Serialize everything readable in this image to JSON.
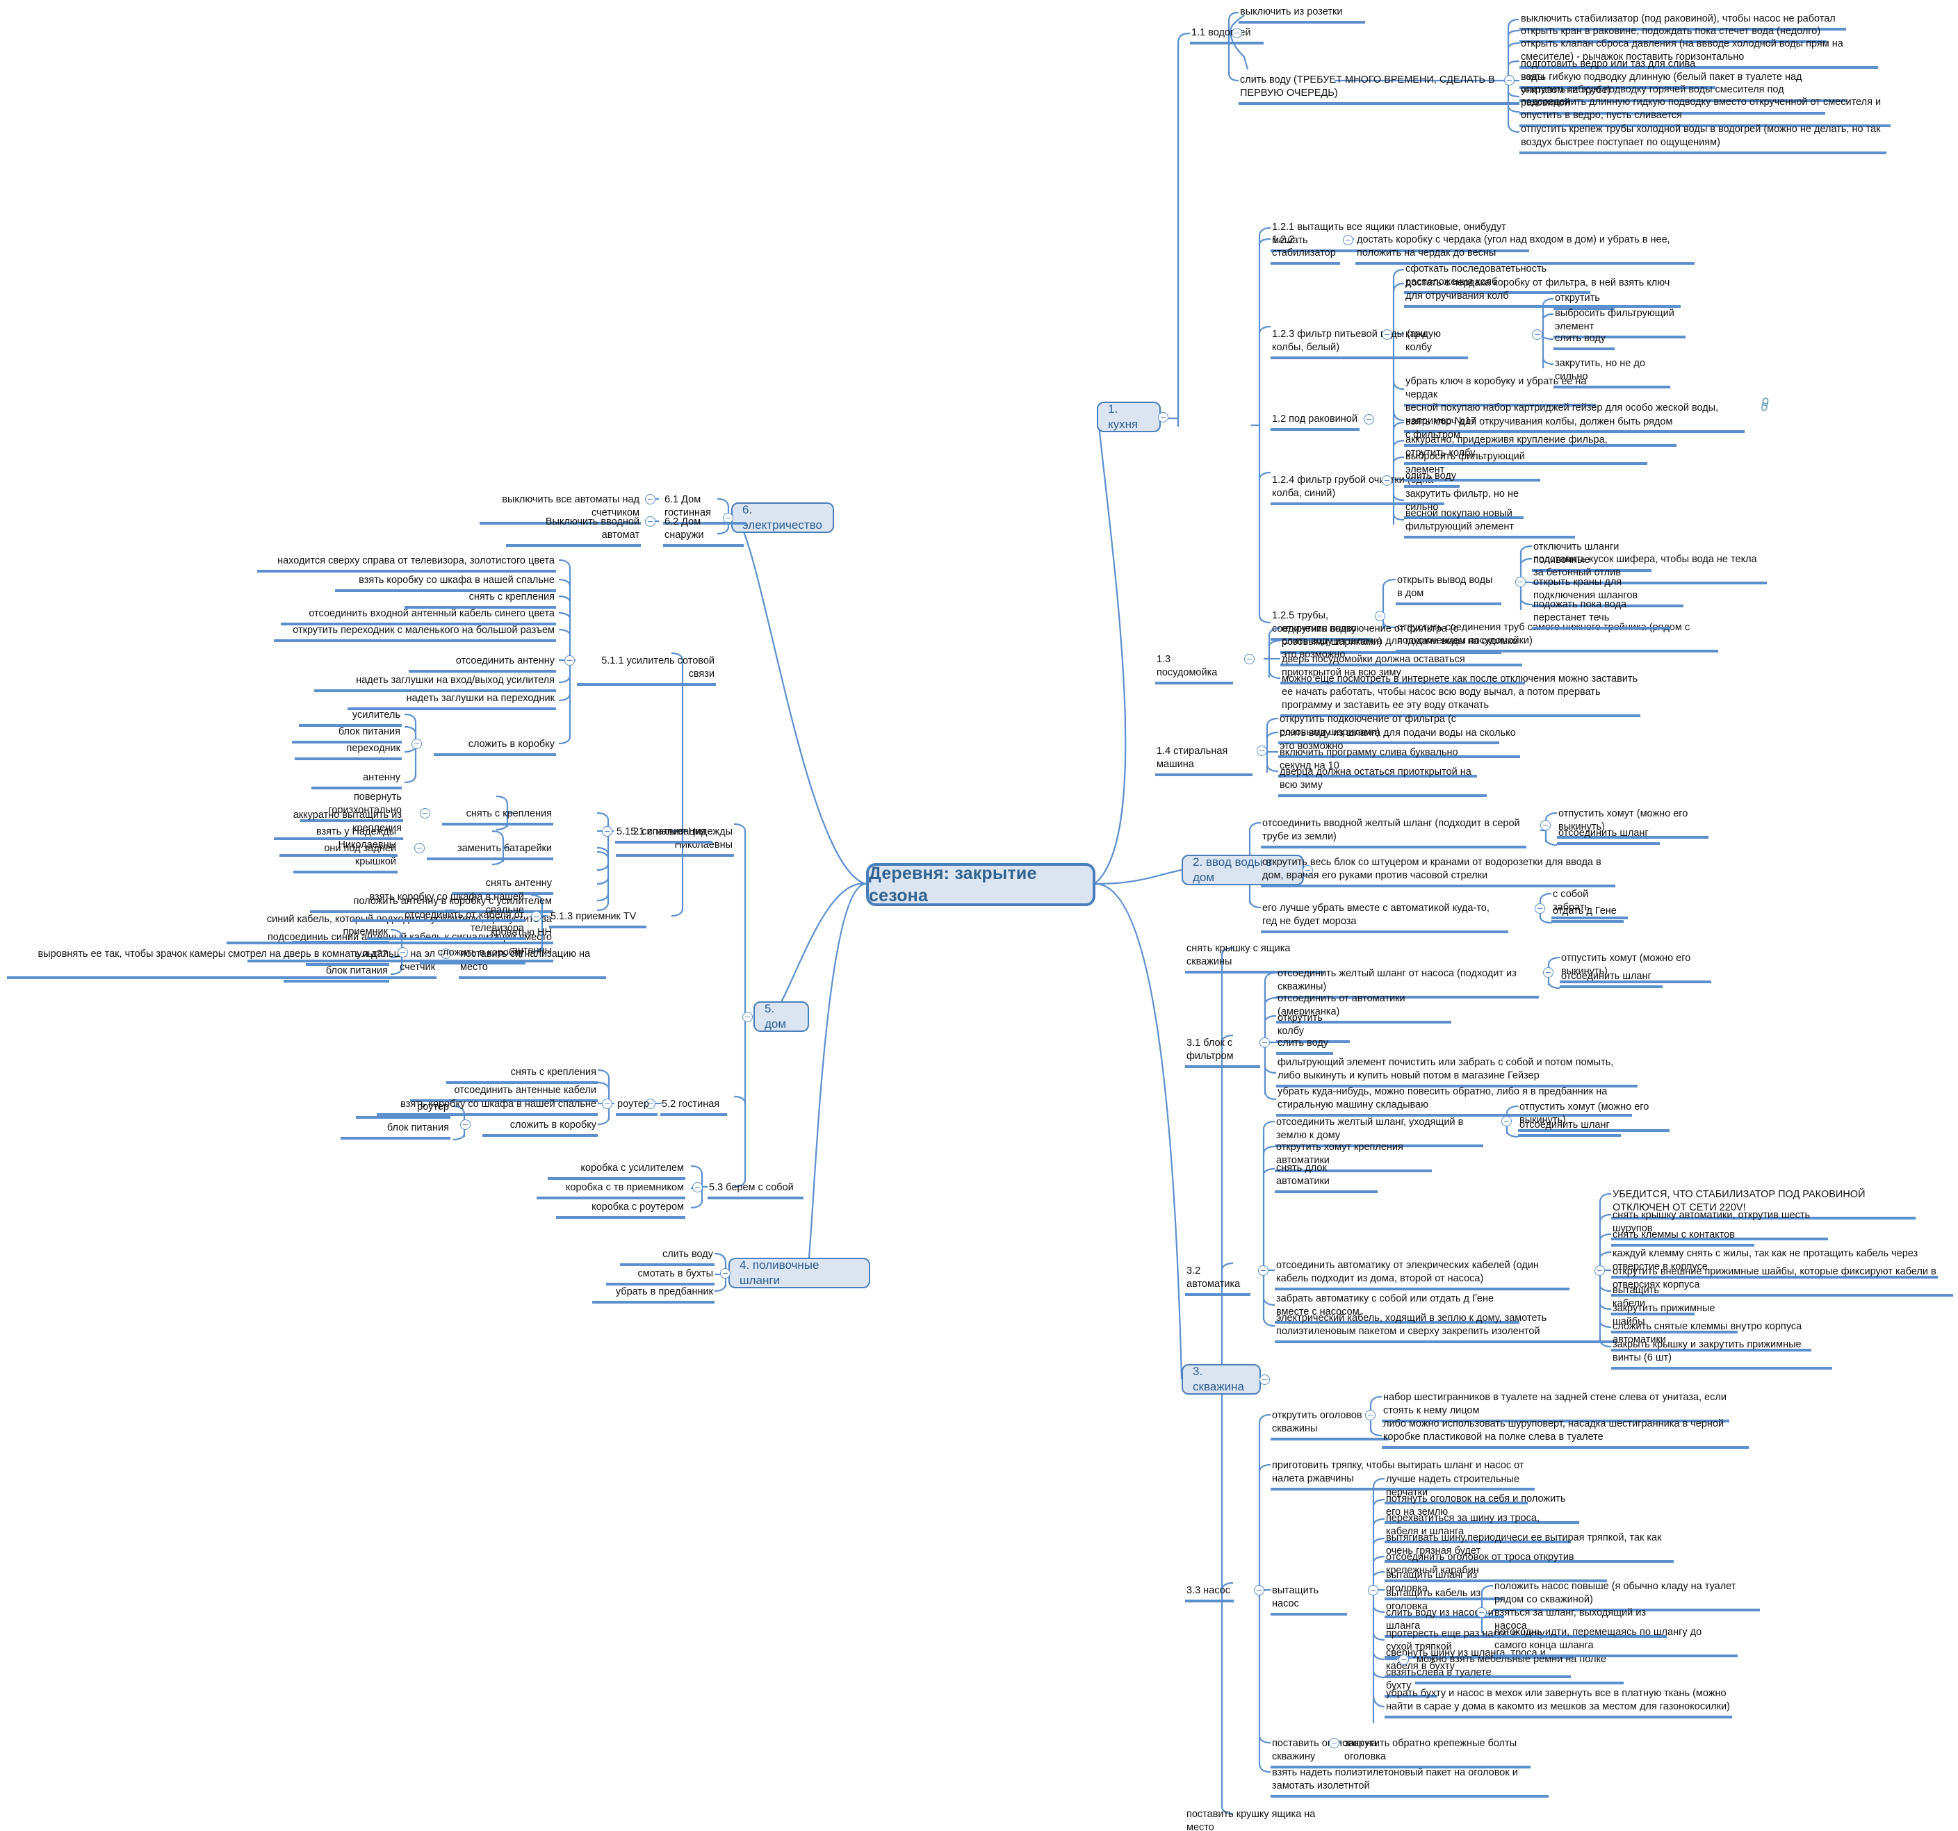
{
  "central": {
    "title": "Деревня: закрытие сезона"
  },
  "colors": {
    "accent": "#5b8fce",
    "box_fill": "#dbe5f1",
    "box_border": "#4a7ebb",
    "box_text": "#2c5c8f"
  },
  "main_topics": {
    "kitchen": "1. кухня",
    "water_inlet": "2. ввод воды в дом",
    "well": "3. скважина",
    "hoses": "4. поливочные шланги",
    "house": "5. дом",
    "electricity": "6. электричество"
  },
  "kitchen": {
    "s11": {
      "label": "1.1 водогрей",
      "items": [
        "выключить из розетки",
        "слить воду (ТРЕБУЕТ МНОГО ВРЕМЕНИ, СДЕЛАТЬ В ПЕРВУЮ ОЧЕРЕДЬ)"
      ],
      "drain_steps": [
        "выключить стабилизатор (под раковиной), чтобы насос не работал",
        "открыть кран в раковине, подождать пока стечет вода (недолго)",
        "открыть клапан сброса давления (на ввводе холодной воды прям на смесителе) - рычажок поставить горизонтально",
        "подготовить ведро или таз для слива воды",
        "взять гибкую подводку длинную (белый пакет в туалете над унитазом на трубе)",
        "открутить гибкую подводку горячей воды смесителя под раковиной",
        "подсоеденить длинную гидкую подводку  вместо открученной от смесителя и опустить в ведро, пусть сливается",
        "отпустить крепеж трубы холодной воды в водогрей (можно не делать, но так воздух быстрее поступает по ощущениям)"
      ]
    },
    "s12": {
      "label": "1.2 под раковиной",
      "i1": "1.2.1 вытащить все ящики пластиковые, онибудут мешать",
      "i2": "1.2.2 стабилизатор",
      "i2_child": "достать коробку с чердака (угол над входом в дом) и убрать в нее, положить на чердак до весны",
      "i3": "1.2.3 фильтр питьевой воды (три колбы, белый)",
      "i3_items": [
        "сфоткать последоватетьность расположения колб",
        "достать с чердака коробку от фильтра, в ней взять ключ для отручивания колб",
        "каждую колбу",
        "убрать ключ в коробуку и убрать ее на чердак",
        "весной покупаю набор картриджей гейзер для особо жеской воды, например №17"
      ],
      "i3_flask_items": [
        "открутить",
        "выбросить фильтрующий элемент",
        "слить воду",
        "закрутить, но не до сильно"
      ],
      "i4": "1.2.4 фильтр грубой очистки (одна колба, синий)",
      "i4_items": [
        "взять ключ для откручивания колбы, должен быть рядом с фильтром",
        "аккуратно, придерживя крупление фильра, отрутить колбу",
        "выбросить фильтрующий элемент",
        "слить воду",
        "закрутить фильтр, но не сильно",
        "весной покупаю новый фильтрующий элемент"
      ],
      "i5": "1.2.5 трубы, соединения внизу",
      "i5_items": [
        "открыть вывод воды в дом",
        "отпустить соединения труб самого нижнего тройника (рядом с подкоючением посудомойки)"
      ],
      "i5_outlet_items": [
        "отключить шланги поливочные",
        "подставить кусок шифера, чтобы вода не текла за бетонный отлив",
        "открыть краны для подключения шлангов",
        "подожать пока вода перестанет течь"
      ]
    },
    "s13": {
      "label": "1.3 посудомойка",
      "items": [
        "открутить подкоючение от фильтра (с розовыми шариками)",
        "слить воду из шланга для подачи воды на сколько это возможно",
        "дверь посудомойки должна оставаться приоткрытой на всю зиму",
        "можно еще посмотреть в интернете как после отключения можно заставить ее начать работать, чтобы насос всю воду вычал, а потом прервать программу и заставить ее эту воду откачать"
      ]
    },
    "s14": {
      "label": "1.4 стиральная машина",
      "items": [
        "открутить подкоючение от фильтра (с розовыми шариками)",
        "слить воду из шланга для подачи воды на сколько это возможно",
        "включить программу слива буквально секунд на 10",
        "дверца должна остаться приоткрытой на всю зиму"
      ]
    }
  },
  "water_inlet": {
    "items": [
      "отсоединить вводной желтый шланг (подходит в серой трубе из земли)",
      "открутить весь блок со штуцером и кранами от водорозетки для ввода в дом, врачая его руками против часовой стрелки",
      "его лучше убрать вместе с автоматикой куда-то, гед не будет мороза"
    ],
    "hose_items": [
      "отпустить хомут (можно его выкинуть)",
      "отсоединить шланг"
    ],
    "store_items": [
      "с собой забрать",
      "отдать д Гене"
    ]
  },
  "well": {
    "top_item": "снять крышку с ящика скважины",
    "bottom_item": "поставить крушку ящика на место",
    "s31": {
      "label": "3.1 блок с фильтром",
      "items": [
        "отсоединить  желтый шланг от насоса  (подходит из скважины)",
        "отсоединить от автоматики (американка)",
        "открутить колбу",
        "слить воду",
        "фильтрующий элемент почистить или забрать с собой и потом помыть, либо выкинуть и купить новый потом в магазине Гейзер",
        "убрать куда-нибудь, можно повесить обратно, либо я в предбанник на стиральную машину складываю"
      ],
      "hose_items": [
        "отпустить хомут (можно его выкинуть)",
        "отсоединить шланг"
      ]
    },
    "s32": {
      "label": "3.2 автоматика",
      "items": [
        "отсоединить  желтый шланг, уходящий в землю к дому",
        "открутить хомут крепления автоматики",
        "снять длок автоматики",
        "отсоединить автоматику от элекрических кабелей (один кабель подходит из дома, второй от насоса)",
        "забрать автоматику с собой или отдать д Гене вместе с насосом",
        "электрический кабель, ходящий в зеплю к дому, замотеть полиэтиленовым пакетом и сверху закрепить изолентой"
      ],
      "hose_items": [
        "отпустить хомут (можно его выкинуть)",
        "отсоединить шланг"
      ],
      "cable_items": [
        "УБЕДИТСЯ, ЧТО СТАБИЛИЗАТОР ПОД РАКОВИНОЙ ОТКЛЮЧЕН ОТ СЕТИ 220V!",
        "снять крышку автоматики, открутив шесть шурупов",
        "снять клеммы с контактов",
        "каждуй клемму снять с жилы,  так как не протащить кабель через отверстие в корпусе",
        "открутить внешние прижимные шайбы, которые фиксируют кабели в отверсиях корпуса",
        "вытащить кабели",
        "закрутить прижимные шайбы",
        "сложить снятые клеммы внутро корпуса автоматики",
        "закрыть крышку и закрутить прижимные винты (6 шт)"
      ]
    },
    "s33": {
      "label": "3.3 насос",
      "items": [
        "открутить оголовов скважины",
        "приготовить тряпку, чтобы вытирать шланг и насос от налета ржавчины",
        "вытащить насос",
        "поставить оголовок на скважину",
        "взять надеть полиэтилетоновый пакет на оголовок и замотать изолетнтой"
      ],
      "head_items": [
        "набор шестигранников в туалете на задней стене слева от унитаза, если стоять к нему лицом",
        "либо можно использовать шуруповерт, насадка шестигранника в черной коробке пластиковой на полке слева в туалете"
      ],
      "pump_items": [
        "лучше надеть строительные перчатки",
        "потянуть оголовок на себя и положить его на землю",
        "перехватиться за шину из троса, кабеля и шланга",
        "вытягивать шину,периодичеси ее вытирая тряпкой, так как очень грязная будет",
        "отсоединить оголовок от троса открутив крепежный карабин",
        "вытащить шланг из оголовка",
        "вытащить кабель из оголовка",
        "слить воду из насоса и шланга",
        "протересть еще раз насос и шину сухой тряпкой",
        "свернуть шину из шланга, троса и кабеля в бухту",
        "свзять бухту",
        "убрать бухту и насос в мехок или завернуть все в платную ткань (можно найти в сарае у дома в какомто из мешков за местом для газонокосилки)"
      ],
      "drain_items": [
        "положить насос повыше (я обычно кладу на туалет рядом со скважиной)",
        "взяться за шланг, выходящий из насоса",
        "потоходнь идти, перемещаясь по шлангу до самого конца шланга"
      ],
      "bundle_item": "можно взять мебельные ремни на полке слева в туалете",
      "head_back_item": "закрутить обратно крепежные болты оголовка"
    }
  },
  "hoses": {
    "items": [
      "слить воду",
      "смотать в бухты",
      "убрать в предбанник"
    ]
  },
  "house": {
    "s51": {
      "label": "5.1 спальня Нидежды Николаевны",
      "a_label": "5.1.1 усилитель сотовой связи",
      "a_items": [
        "находится сверху справа от телевизора, золотистого цвета",
        "взять коробку со шкафа в нашей спальне",
        "снять с крепления",
        "отсоединить входной антенный кабель синего цвета",
        "открутить переходник с маленького на большой разъем",
        "отсоединить антенну",
        "надеть заглушки на вход/выход усилителя",
        "надеть заглушки на переходник",
        "сложить в коробку"
      ],
      "a_box_items": [
        "усилитель",
        "блок питания",
        "переходник",
        "антенну"
      ],
      "b_label": "5.1.2 сигнализация",
      "b_items": [
        "снять с крепления",
        "заменить батарейки",
        "снять антенну",
        "положить антенну в коробку с усилителем",
        "синий кабель, который подходил к усилителю, пропустить за кроватью НН",
        "подсоединиь синий антенный кабель к сигнализации вместо антенны",
        "поставить сигнализацию на место"
      ],
      "b_mount_items": [
        "повернуть горизхонтально",
        "аккуратно вытащить из крепления"
      ],
      "b_batt_items": [
        "взять у Надежды Николаевны",
        "они под задней крышкой"
      ],
      "b_place_item": "выровнять ее так, чтобы зрачок камеры смотрел на дверь в комнать и дальше на эл счетчик",
      "c_label": "5.1.3 приемник TV",
      "c_items": [
        "взять коробку со шкафа в нашей спальне",
        "отсоединить от кабеля от телевизора",
        "сложить в коробку"
      ],
      "c_box_items": [
        "приемник",
        "пульт??",
        "блок питания"
      ]
    },
    "s52": {
      "label": "5.2 гостиная",
      "router_label": "роутер",
      "items": [
        "снять с крепления",
        "отсоединить антенные кабели",
        "взять коробку со шкафа в нашей спальне",
        "сложить в коробку"
      ],
      "box_items": [
        "роутер",
        "блок питания"
      ]
    },
    "s53": {
      "label": "5.3 берем с собой",
      "items": [
        "коробка с усилителем",
        "коробка с тв приемником",
        "коробка с роутером"
      ]
    }
  },
  "electricity": {
    "s61": {
      "label": "6.1 Дом гостинная",
      "item": "выключить все автоматы над счетчиком"
    },
    "s62": {
      "label": "6.2 Дом снаружи",
      "item": "Выключить вводной автомат"
    }
  },
  "icons": {
    "collapse": "collapse-handle",
    "attachment": "attachment-icon"
  }
}
